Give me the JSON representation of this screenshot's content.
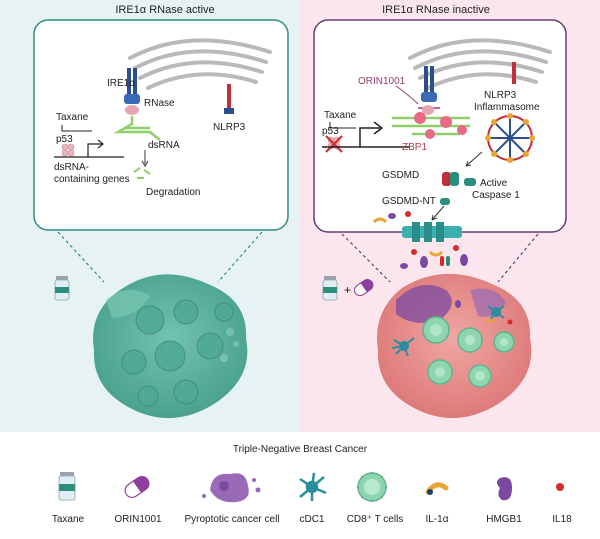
{
  "left_panel": {
    "title": "IRE1α RNase active",
    "labels": {
      "ire1a": "IRE1α",
      "rnase": "RNase",
      "nlrp3": "NLRP3",
      "taxane": "Taxane",
      "p53": "p53",
      "dsrna": "dsRNA",
      "genes_line1": "dsRNA-",
      "genes_line2": "containing genes",
      "degradation": "Degradation"
    }
  },
  "right_panel": {
    "title": "IRE1α RNase inactive",
    "labels": {
      "orin1001": "ORIN1001",
      "nlrp3_line1": "NLRP3",
      "nlrp3_line2": "Inflammasome",
      "taxane": "Taxane",
      "p53": "p53",
      "zbp1": "ZBP1",
      "gsdmd": "GSDMD",
      "active_line1": "Active",
      "active_line2": "Caspase 1",
      "gsdmd_nt": "GSDMD-NT"
    }
  },
  "plus_sign": "+",
  "legend": {
    "title": "Triple-Negative Breast Cancer",
    "items": [
      {
        "label": "Taxane",
        "icon": "vial-icon"
      },
      {
        "label": "ORIN1001",
        "icon": "capsule-icon"
      },
      {
        "label": "Pyroptotic cancer cell",
        "icon": "pyroptotic-cell-icon"
      },
      {
        "label": "cDC1",
        "icon": "dendritic-cell-icon"
      },
      {
        "label": "CD8⁺ T cells",
        "icon": "t-cell-icon"
      },
      {
        "label": "IL-1α",
        "icon": "il1a-icon"
      },
      {
        "label": "HMGB1",
        "icon": "hmgb1-icon"
      },
      {
        "label": "IL18",
        "icon": "il18-icon"
      }
    ]
  },
  "colors": {
    "left_bg": "#e4f2f1",
    "right_bg": "#fbe4ec",
    "left_border": "#2e8e7e",
    "right_border": "#6b3a7a",
    "tumor_teal": "#5fb4a0",
    "tumor_pink": "#e98e8e",
    "capsule_purple": "#8e3e9e",
    "il18_red": "#d62a2a",
    "il1a_orange": "#e8a735",
    "hmgb1_purple": "#7b4aa0"
  }
}
